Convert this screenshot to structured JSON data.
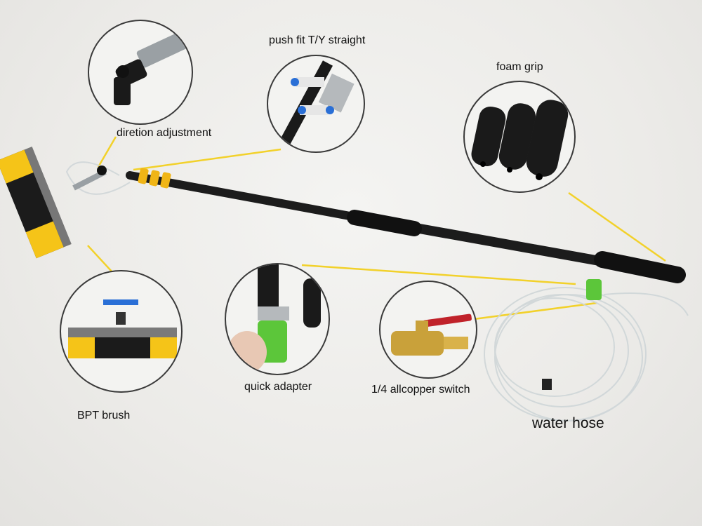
{
  "callouts": {
    "direction_adjustment": "diretion adjustment",
    "push_fit": "push fit T/Y straight",
    "foam_grip": "foam grip",
    "bpt_brush": "BPT brush",
    "quick_adapter": "quick adapter",
    "copper_switch": "1/4 allcopper switch",
    "water_hose": "water hose"
  },
  "colors": {
    "leader_line": "#f2d12a",
    "bristle_yellow": "#f5c418",
    "pole_black": "#1a1a1a",
    "connector_green": "#5cc63a",
    "valve_brass": "#c9a13a",
    "valve_handle_red": "#c0222a"
  }
}
